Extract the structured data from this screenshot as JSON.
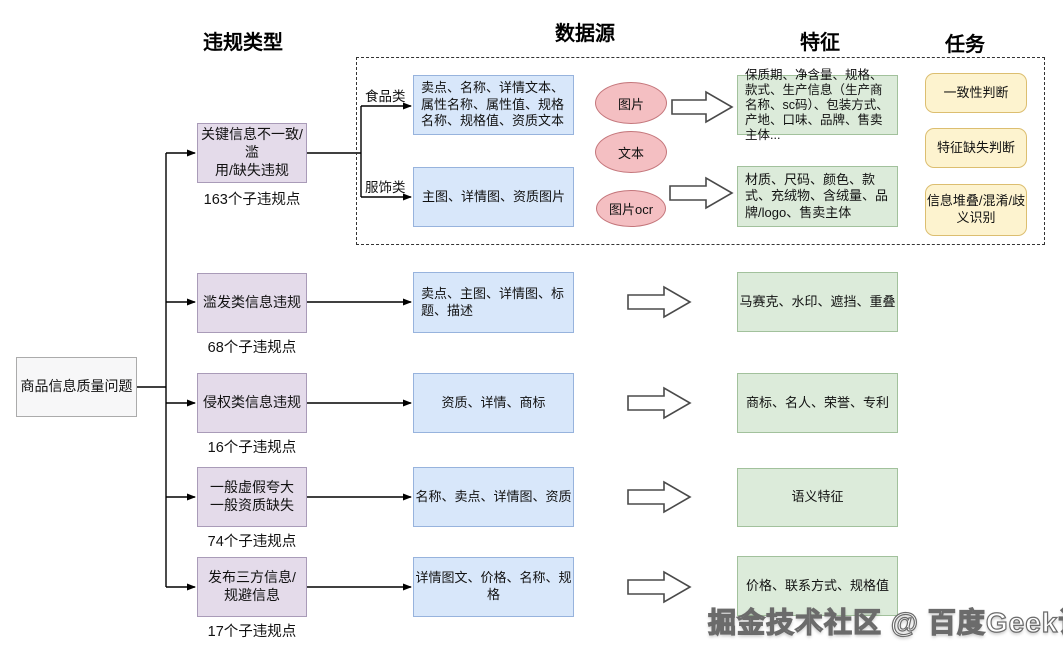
{
  "headers": {
    "violation_type": "违规类型",
    "data_source": "数据源",
    "feature": "特征",
    "task": "任务"
  },
  "root": {
    "label": "商品信息质量问题"
  },
  "violations": [
    {
      "title": "关键信息不一致/滥\n用/缺失违规",
      "count": "163个子违规点"
    },
    {
      "title": "滥发类信息违规",
      "count": "68个子违规点"
    },
    {
      "title": "侵权类信息违规",
      "count": "16个子违规点"
    },
    {
      "title": "一般虚假夸大\n一般资质缺失",
      "count": "74个子违规点"
    },
    {
      "title": "发布三方信息/\n规避信息",
      "count": "17个子违规点"
    }
  ],
  "branch_labels": {
    "food": "食品类",
    "apparel": "服饰类"
  },
  "data_sources": {
    "food": "卖点、名称、详情文本、属性名称、属性值、规格名称、规格值、资质文本",
    "apparel": "主图、详情图、资质图片",
    "row2": "卖点、主图、详情图、标题、描述",
    "row3": "资质、详情、商标",
    "row4": "名称、卖点、详情图、资质",
    "row5": "详情图文、价格、名称、规格"
  },
  "modalities": [
    "图片",
    "文本",
    "图片ocr"
  ],
  "features": {
    "food": "保质期、净含量、规格、款式、生产信息（生产商名称、sc码）、包装方式、产地、口味、品牌、售卖主体...",
    "apparel": "材质、尺码、颜色、款式、充绒物、含绒量、品牌/logo、售卖主体",
    "row2": "马赛克、水印、遮挡、重叠",
    "row3": "商标、名人、荣誉、专利",
    "row4": "语义特征",
    "row5": "价格、联系方式、规格值"
  },
  "tasks": [
    "一致性判断",
    "特征缺失判断",
    "信息堆叠/混淆/歧\n义识别"
  ],
  "watermark": "掘金技术社区 @ 百度Geek说",
  "palette": {
    "violation_fill": "#E4DBEA",
    "violation_border": "#A99BB8",
    "source_fill": "#D8E7FA",
    "source_border": "#97B3DD",
    "feature_fill": "#DCEBDA",
    "feature_border": "#A2C19C",
    "task_fill": "#FDF3CF",
    "task_border": "#DCBE70",
    "modality_fill": "#F4BFC2",
    "modality_border": "#C4767B",
    "root_fill": "#F7F7F8",
    "root_border": "#ABABAB",
    "line": "#000000"
  }
}
